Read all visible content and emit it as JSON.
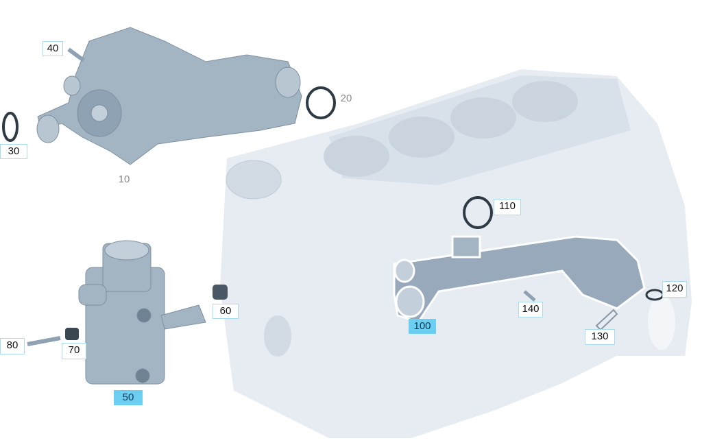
{
  "callouts": {
    "c10": "10",
    "c20": "20",
    "c30": "30",
    "c40": "40",
    "c50": "50",
    "c60": "60",
    "c70": "70",
    "c80": "80",
    "c100": "100",
    "c110": "110",
    "c120": "120",
    "c130": "130",
    "c140": "140"
  },
  "highlighted": [
    "50",
    "100"
  ],
  "colors": {
    "highlight": "#6ccff2",
    "label_border": "#a9dcef",
    "part": "#a8b8c6",
    "block": "#e4eaf0"
  }
}
